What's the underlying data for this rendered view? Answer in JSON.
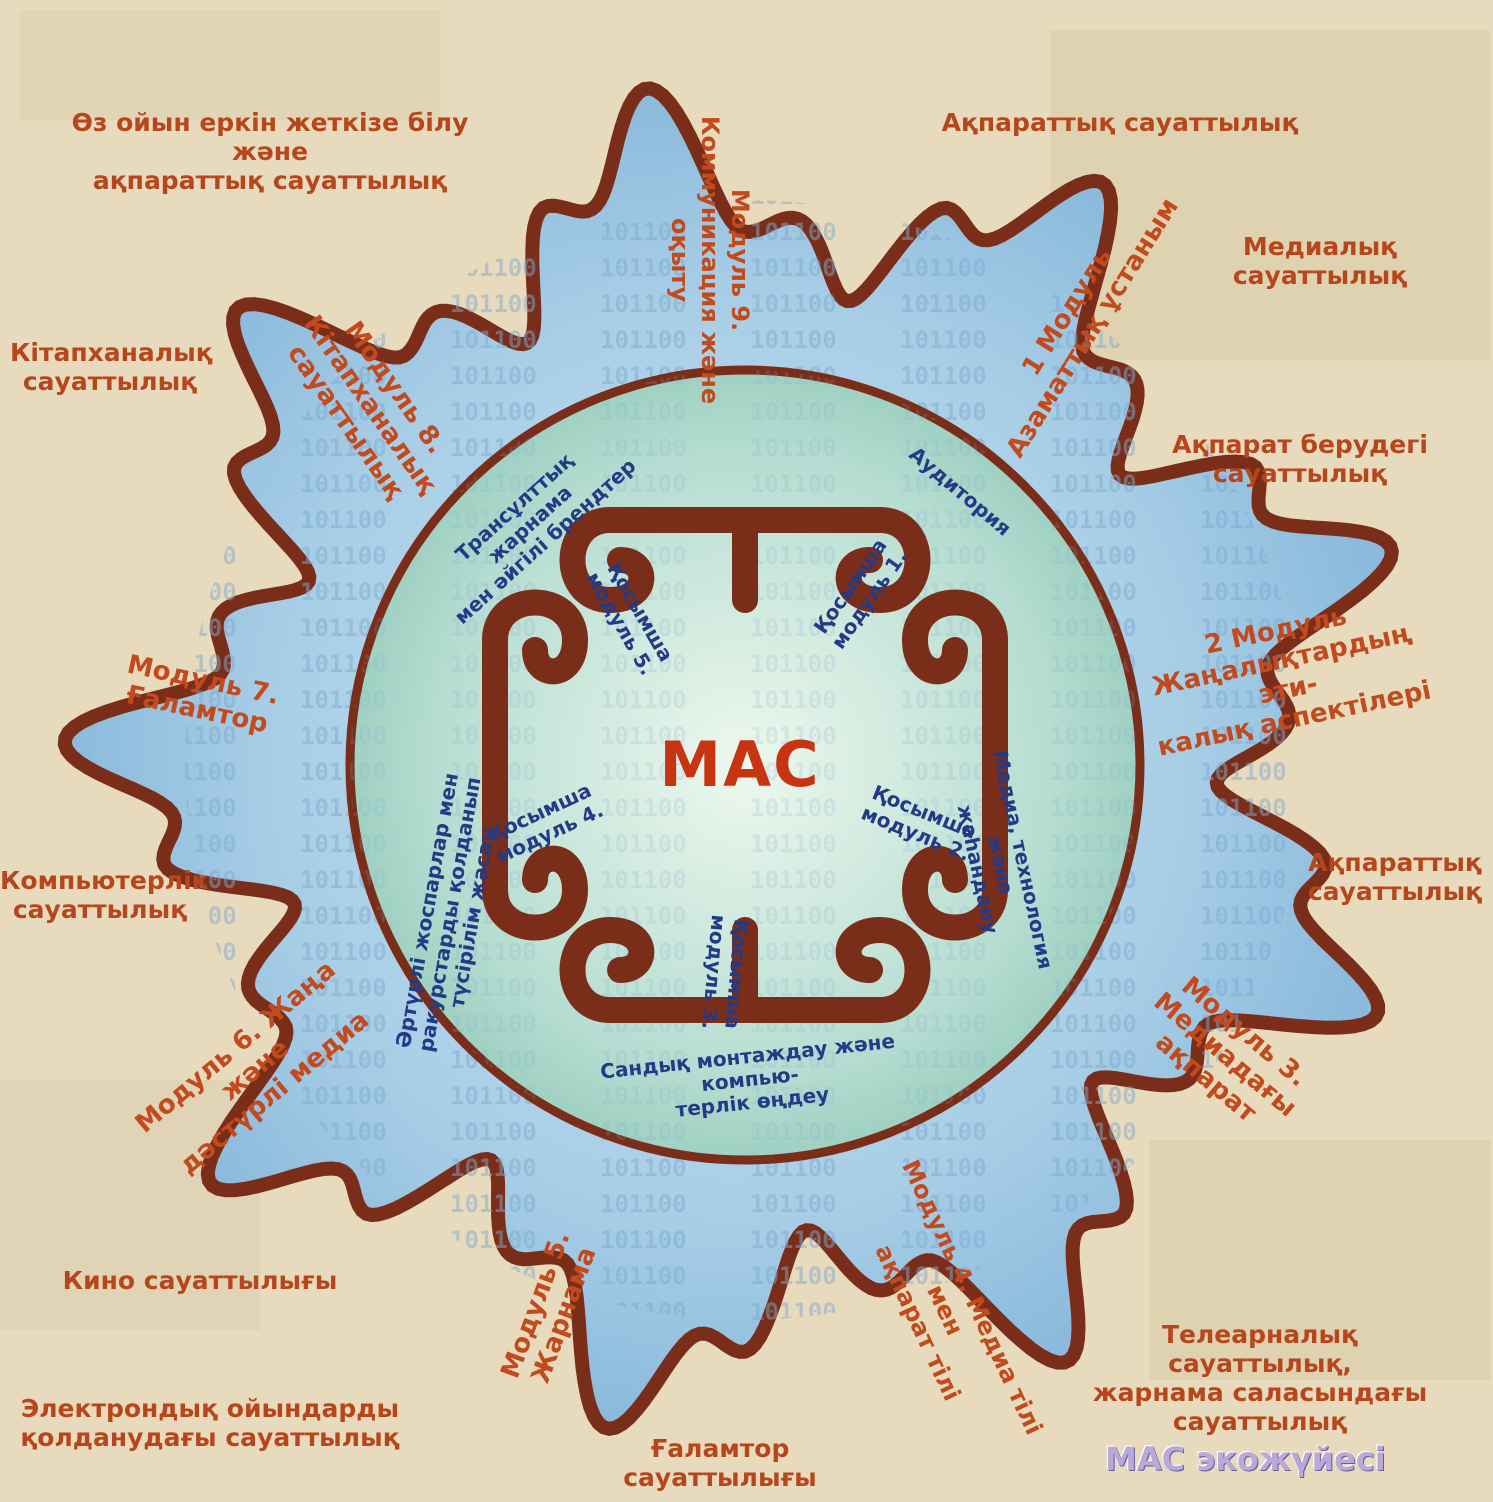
{
  "center_title": "МАС",
  "ecosystem_label": "МАС экожүйесі",
  "outer_labels": [
    "Өз ойын еркін жеткізе білу және\nақпараттық сауаттылық",
    "Ақпараттық сауаттылық",
    "Медиалық\nсауаттылық",
    "Кітапханалық\nсауаттылық",
    "Ақпарат берудегі\nсауаттылық",
    "Компьютерлік\nсауаттылық",
    "Ақпараттық\nсауаттылық",
    "Кино сауаттылығы",
    "Телеарналық сауаттылық,\nжарнама саласындағы\nсауаттылық",
    "Электрондық ойындарды\nқолданудағы сауаттылық",
    "Ғаламтор\nсауаттылығы"
  ],
  "modules": [
    "Модуль 9.\nКоммуникация және\nоқыту",
    "1 Модуль\nАзаматтық ұстаным",
    "Модуль 8.\nКітапханалық\nсауаттылық",
    "2 Модуль\nЖаңалықтардың эти-\nкалық аспектілері",
    "Модуль 7. Ғаламтор",
    "Модуль 3.\nМедиадағы ақпарат",
    "Модуль 6. Жаңа және\nдәстүрлі медиа",
    "Модуль 5. Жарнама",
    "Модуль 4. Медиа тілі мен\nақпарат тілі"
  ],
  "inner_labels": [
    "Трансұлттық жарнама\nмен әйгілі брендтер",
    "Аудитория",
    "Медиа, технология және\nжаһандану",
    "Сандық монтаждау және компью-\nтерлік өңдеу",
    "Әртүрлі жоспарлар мен\nракурстарды қолданып\nтүсірілім жасау"
  ],
  "additional_modules": [
    "Қосымша\nмодуль 5.",
    "Қосымша\nмодуль 1.",
    "Қосымша\nмодуль 4.",
    "Қосымша\nмодуль 2.",
    "Қосымша\nмодуль 3."
  ],
  "colors": {
    "outline": "#7a2e1a",
    "outer_text": "#b8461c",
    "inner_text": "#233a86",
    "center_text": "#c73412",
    "snowflake_fill": "#a8cfe6",
    "inner_circle": "#b4dcd0",
    "background": "#e9dcc0"
  }
}
